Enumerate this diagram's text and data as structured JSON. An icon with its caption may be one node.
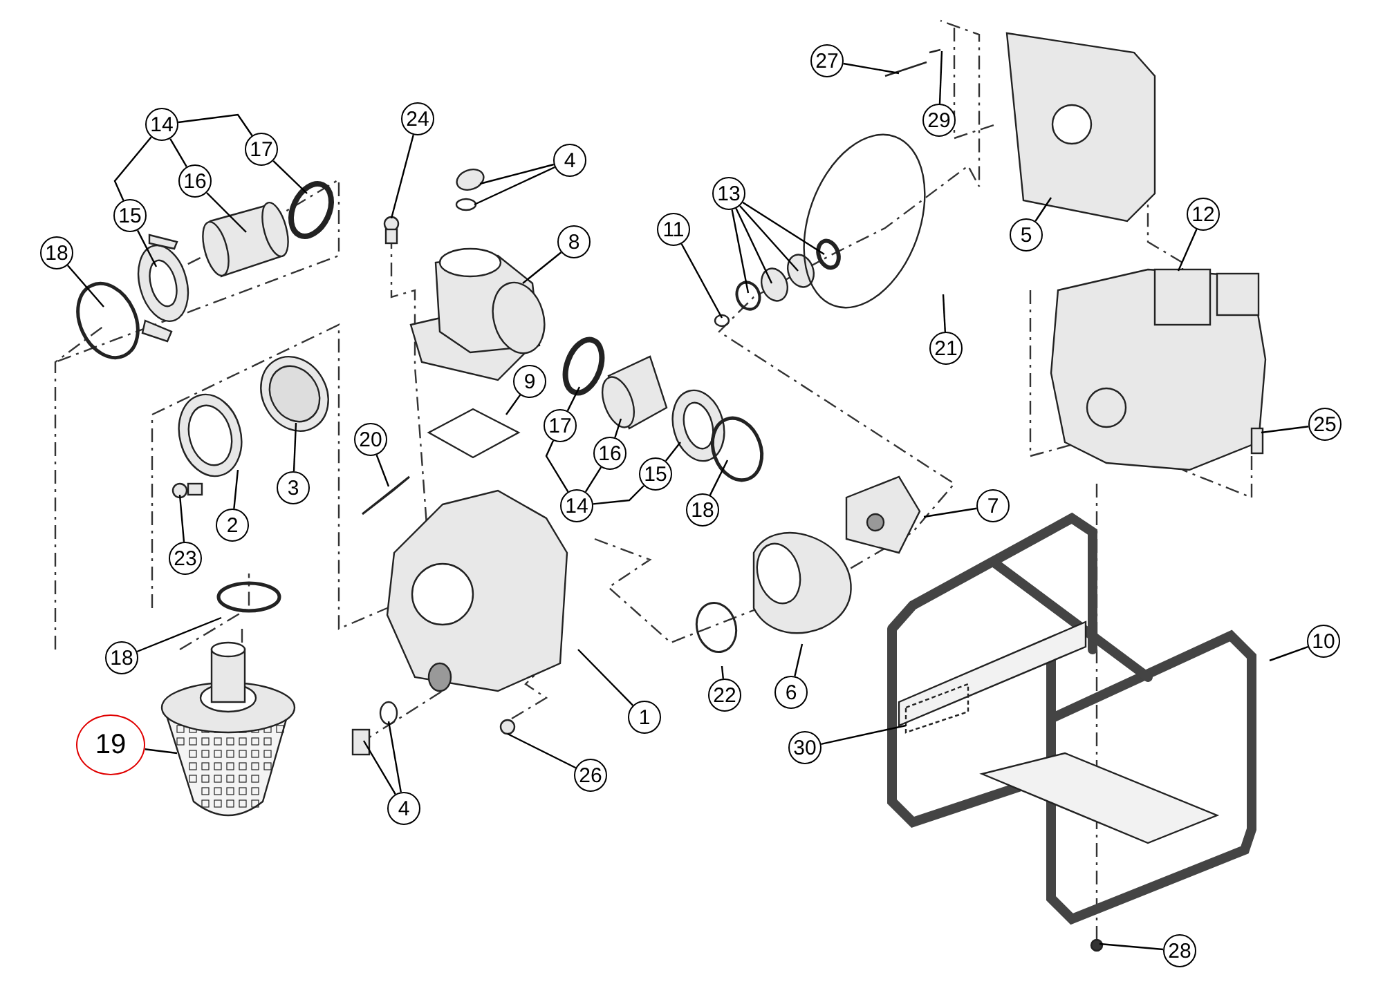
{
  "diagram": {
    "nodes": [
      {
        "text": [
          "14"
        ]
      },
      {
        "text": [
          "17"
        ]
      },
      {
        "text": [
          "16"
        ]
      },
      {
        "text": [
          "15"
        ]
      },
      {
        "text": [
          "18"
        ]
      },
      {
        "text": [
          "24"
        ]
      },
      {
        "text": [
          "4"
        ]
      },
      {
        "text": [
          "8"
        ]
      },
      {
        "text": [
          "27"
        ]
      },
      {
        "text": [
          "29"
        ]
      },
      {
        "text": [
          "13"
        ]
      },
      {
        "text": [
          "11"
        ]
      },
      {
        "text": [
          "5"
        ]
      },
      {
        "text": [
          "12"
        ]
      },
      {
        "text": [
          "21"
        ]
      },
      {
        "text": [
          "9"
        ]
      },
      {
        "text": [
          "17"
        ]
      },
      {
        "text": [
          "20"
        ]
      },
      {
        "text": [
          "16"
        ]
      },
      {
        "text": [
          "15"
        ]
      },
      {
        "text": [
          "3"
        ]
      },
      {
        "text": [
          "25"
        ]
      },
      {
        "text": [
          "14"
        ]
      },
      {
        "text": [
          "18"
        ]
      },
      {
        "text": [
          "7"
        ]
      },
      {
        "text": [
          "2"
        ]
      },
      {
        "text": [
          "23"
        ]
      },
      {
        "text": [
          "10"
        ]
      },
      {
        "text": [
          "18"
        ]
      },
      {
        "text": [
          "1"
        ]
      },
      {
        "text": [
          "22"
        ]
      },
      {
        "text": [
          "6"
        ]
      },
      {
        "text": [
          "19"
        ]
      },
      {
        "text": [
          "30"
        ]
      },
      {
        "text": [
          "26"
        ]
      },
      {
        "text": [
          "4"
        ]
      },
      {
        "text": [
          "28"
        ]
      }
    ],
    "edges": [
      {
        "from": 0,
        "to": 3,
        "arrow": "none"
      },
      {
        "from": 0,
        "to": 2,
        "arrow": "none"
      },
      {
        "from": 0,
        "to": 1,
        "arrow": "none"
      },
      {
        "from": 1,
        "to": null,
        "arrow": "none"
      },
      {
        "from": 2,
        "to": null,
        "arrow": "none"
      },
      {
        "from": 3,
        "to": null,
        "arrow": "none"
      },
      {
        "from": 4,
        "to": null,
        "arrow": "none"
      },
      {
        "from": 5,
        "to": null,
        "arrow": "none"
      },
      {
        "from": 6,
        "to": null,
        "arrow": "none"
      },
      {
        "from": 6,
        "to": null,
        "arrow": "none"
      },
      {
        "from": 7,
        "to": null,
        "arrow": "none"
      },
      {
        "from": 8,
        "to": null,
        "arrow": "none"
      },
      {
        "from": 9,
        "to": null,
        "arrow": "none"
      },
      {
        "from": 10,
        "to": null,
        "arrow": "none"
      },
      {
        "from": 10,
        "to": null,
        "arrow": "none"
      },
      {
        "from": 10,
        "to": null,
        "arrow": "none"
      },
      {
        "from": 10,
        "to": null,
        "arrow": "none"
      },
      {
        "from": 11,
        "to": null,
        "arrow": "none"
      },
      {
        "from": 12,
        "to": null,
        "arrow": "none"
      },
      {
        "from": 13,
        "to": null,
        "arrow": "none"
      },
      {
        "from": 14,
        "to": null,
        "arrow": "none"
      },
      {
        "from": 15,
        "to": null,
        "arrow": "none"
      },
      {
        "from": 16,
        "to": null,
        "arrow": "none"
      },
      {
        "from": 17,
        "to": null,
        "arrow": "none"
      },
      {
        "from": 18,
        "to": null,
        "arrow": "none"
      },
      {
        "from": 19,
        "to": null,
        "arrow": "none"
      },
      {
        "from": 20,
        "to": null,
        "arrow": "none"
      },
      {
        "from": 21,
        "to": null,
        "arrow": "none"
      },
      {
        "from": 22,
        "to": 16,
        "arrow": "none"
      },
      {
        "from": 22,
        "to": 18,
        "arrow": "none"
      },
      {
        "from": 22,
        "to": 19,
        "arrow": "none"
      },
      {
        "from": 23,
        "to": null,
        "arrow": "none"
      },
      {
        "from": 24,
        "to": null,
        "arrow": "none"
      },
      {
        "from": 25,
        "to": null,
        "arrow": "none"
      },
      {
        "from": 26,
        "to": null,
        "arrow": "none"
      },
      {
        "from": 27,
        "to": null,
        "arrow": "none"
      },
      {
        "from": 28,
        "to": null,
        "arrow": "none"
      },
      {
        "from": 29,
        "to": null,
        "arrow": "none"
      },
      {
        "from": 30,
        "to": null,
        "arrow": "none"
      },
      {
        "from": 31,
        "to": null,
        "arrow": "none"
      },
      {
        "from": 32,
        "to": null,
        "arrow": "none"
      },
      {
        "from": 33,
        "to": null,
        "arrow": "none"
      },
      {
        "from": 34,
        "to": null,
        "arrow": "none"
      },
      {
        "from": 35,
        "to": null,
        "arrow": "none"
      },
      {
        "from": 35,
        "to": null,
        "arrow": "none"
      },
      {
        "from": 36,
        "to": null,
        "arrow": "none"
      }
    ]
  }
}
